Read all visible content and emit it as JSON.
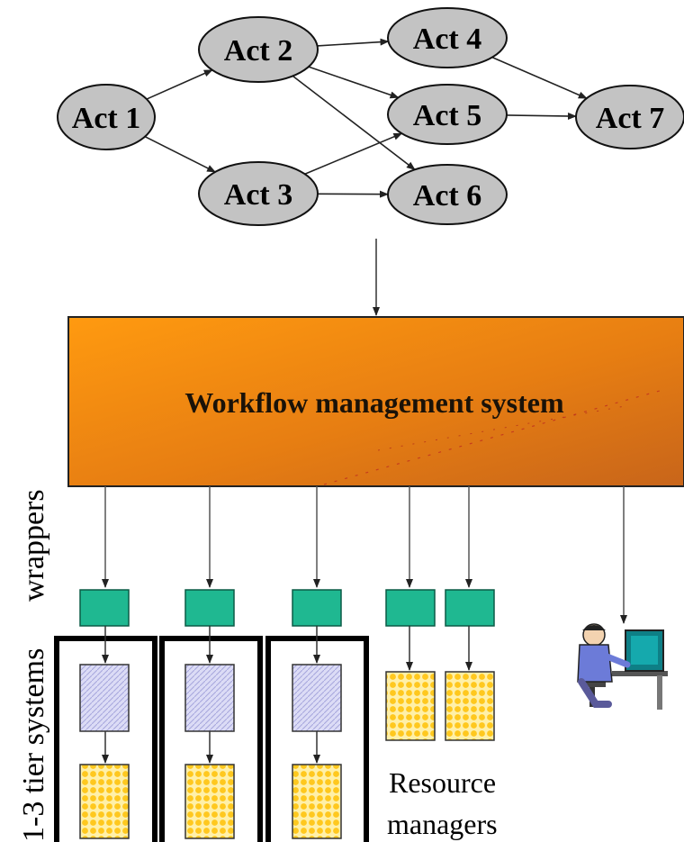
{
  "activities": [
    {
      "id": "act1",
      "label": "Act 1"
    },
    {
      "id": "act2",
      "label": "Act 2"
    },
    {
      "id": "act3",
      "label": "Act 3"
    },
    {
      "id": "act4",
      "label": "Act 4"
    },
    {
      "id": "act5",
      "label": "Act 5"
    },
    {
      "id": "act6",
      "label": "Act 6"
    },
    {
      "id": "act7",
      "label": "Act 7"
    }
  ],
  "edges": [
    [
      "act1",
      "act2"
    ],
    [
      "act1",
      "act3"
    ],
    [
      "act2",
      "act4"
    ],
    [
      "act2",
      "act5"
    ],
    [
      "act2",
      "act6"
    ],
    [
      "act3",
      "act5"
    ],
    [
      "act3",
      "act6"
    ],
    [
      "act4",
      "act7"
    ],
    [
      "act5",
      "act7"
    ]
  ],
  "workflow_system": {
    "label": "Workflow management system"
  },
  "labels": {
    "wrappers": "wrappers",
    "tier_systems": "1-3 tier systems",
    "resource_managers_line1": "Resource",
    "resource_managers_line2": "managers"
  },
  "colors": {
    "activity_fill": "#c3c3c3",
    "wfms_orange": "#e8820e",
    "wrapper_green": "#1fb891",
    "app_lavender": "#d4d4f2",
    "resource_yellow": "#ffd23a"
  }
}
